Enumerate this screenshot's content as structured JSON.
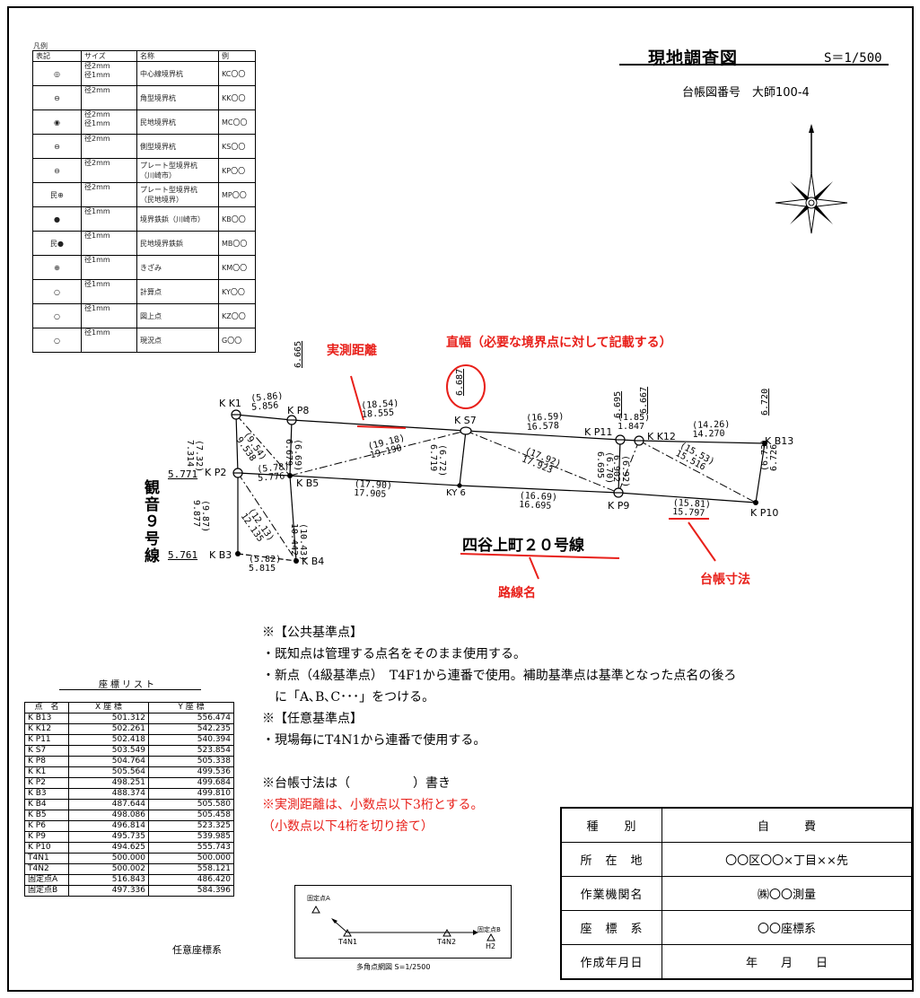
{
  "legend": {
    "caption": "凡例",
    "headers": [
      "表記",
      "サイズ",
      "名称",
      "例"
    ],
    "rows": [
      {
        "size": "径2mm\n径1mm",
        "name": "中心線境界杭",
        "example": "KC〇〇"
      },
      {
        "size": "径2mm",
        "name": "角型境界杭",
        "example": "KK〇〇"
      },
      {
        "size": "径2mm\n径1mm",
        "name": "民地境界杭",
        "example": "MC〇〇"
      },
      {
        "size": "径2mm",
        "name": "側型境界杭",
        "example": "KS〇〇"
      },
      {
        "size": "径2mm",
        "name": "プレート型境界杭\n（川崎市）",
        "example": "KP〇〇"
      },
      {
        "size": "径2mm",
        "name": "プレート型境界杭\n（民地境界）",
        "example": "MP〇〇"
      },
      {
        "size": "径1mm",
        "name": "境界鉄鋲（川崎市）",
        "example": "KB〇〇"
      },
      {
        "size": "径1mm",
        "name": "民地境界鉄鋲",
        "example": "MB〇〇"
      },
      {
        "size": "径1mm",
        "name": "きざみ",
        "example": "KM〇〇"
      },
      {
        "size": "径1mm",
        "name": "計算点",
        "example": "KY〇〇"
      },
      {
        "size": "径1mm",
        "name": "図上点",
        "example": "KZ〇〇"
      },
      {
        "size": "径1mm",
        "name": "現況点",
        "example": "G〇〇"
      }
    ]
  },
  "header": {
    "title": "現地調査図",
    "scale": "S＝1/500",
    "ledger_label": "台帳図番号　大師100-4"
  },
  "annotations": {
    "measured_distance": "実測距離",
    "right_width": "直幅（必要な境界点に対して記載する）",
    "ledger_dimension": "台帳寸法",
    "route_name_label": "路線名",
    "route_name": "四谷上町２０号線",
    "side_route": "観音９号線"
  },
  "survey": {
    "points": [
      "K K1",
      "K P8",
      "K S7",
      "K P11",
      "K K12",
      "K B13",
      "K P2",
      "K B5",
      "KY 6",
      "K P9",
      "K P10",
      "K B3",
      "K B4"
    ],
    "offsets": [
      "6.665",
      "6.687",
      "6.695",
      "6.667",
      "6.720",
      "5.771",
      "5.761"
    ],
    "distances": [
      {
        "ledger": "(5.86)",
        "measured": "5.856"
      },
      {
        "ledger": "(18.54)",
        "measured": "18.555"
      },
      {
        "ledger": "(16.59)",
        "measured": "16.578"
      },
      {
        "ledger": "(1.85)",
        "measured": "1.847"
      },
      {
        "ledger": "(14.26)",
        "measured": "14.270"
      },
      {
        "ledger": "(7.32)",
        "measured": "7.314"
      },
      {
        "ledger": "(9.54)",
        "measured": "9.538"
      },
      {
        "ledger": "(6.69)",
        "measured": "6.679"
      },
      {
        "ledger": "(19.18)",
        "measured": "19.190"
      },
      {
        "ledger": "(6.72)",
        "measured": "6.719"
      },
      {
        "ledger": "(17.92)",
        "measured": "17.923"
      },
      {
        "ledger": "(6.70)",
        "measured": "6.695"
      },
      {
        "ledger": "(6.92)",
        "measured": "6.902"
      },
      {
        "ledger": "(15.53)",
        "measured": "15.516"
      },
      {
        "ledger": "(6.73)",
        "measured": "6.726"
      },
      {
        "ledger": "(5.78)",
        "measured": "5.776"
      },
      {
        "ledger": "(17.90)",
        "measured": "17.905"
      },
      {
        "ledger": "(16.69)",
        "measured": "16.695"
      },
      {
        "ledger": "(15.81)",
        "measured": "15.797"
      },
      {
        "ledger": "(9.87)",
        "measured": "9.877"
      },
      {
        "ledger": "(12.13)",
        "measured": "12.135"
      },
      {
        "ledger": "(10.43)",
        "measured": "10.442"
      },
      {
        "ledger": "(5.82)",
        "measured": "5.815"
      }
    ]
  },
  "notes": {
    "public_header": "※【公共基準点】",
    "public_1": "・既知点は管理する点名をそのまま使用する。",
    "public_2": "・新点（4級基準点）　T4F1から連番で使用。補助基準点は基準となった点名の後ろ",
    "public_3": "　に「A､B､C･･･」をつける。",
    "arbitrary_header": "※【任意基準点】",
    "arbitrary_1": "・現場毎にT4N1から連番で使用する。",
    "ledger_note": "※台帳寸法は（　　　　　）書き",
    "red_1": "※実測距離は、小数点以下3桁とする。",
    "red_2": "（小数点以下4桁を切り捨て）"
  },
  "coord_list": {
    "title": "座標リスト",
    "headers": [
      "点　名",
      "X 座 標",
      "Y 座 標"
    ],
    "rows": [
      [
        "K B13",
        "501.312",
        "556.474"
      ],
      [
        "K K12",
        "502.261",
        "542.235"
      ],
      [
        "K P11",
        "502.418",
        "540.394"
      ],
      [
        "K S7",
        "503.549",
        "523.854"
      ],
      [
        "K P8",
        "504.764",
        "505.338"
      ],
      [
        "K K1",
        "505.564",
        "499.536"
      ],
      [
        "K P2",
        "498.251",
        "499.684"
      ],
      [
        "K B3",
        "488.374",
        "499.810"
      ],
      [
        "K B4",
        "487.644",
        "505.580"
      ],
      [
        "K B5",
        "498.086",
        "505.458"
      ],
      [
        "K P6",
        "496.814",
        "523.325"
      ],
      [
        "K P9",
        "495.735",
        "539.985"
      ],
      [
        "K P10",
        "494.625",
        "555.743"
      ],
      [
        "T4N1",
        "500.000",
        "500.000"
      ],
      [
        "T4N2",
        "500.002",
        "558.121"
      ],
      [
        "固定点A",
        "516.843",
        "486.420"
      ],
      [
        "固定点B",
        "497.336",
        "584.396"
      ]
    ],
    "system_label": "任意座標系"
  },
  "info": {
    "rows": [
      {
        "key": "種　　別",
        "value": "自　　　費"
      },
      {
        "key": "所　在　地",
        "value": "〇〇区〇〇×丁目××先"
      },
      {
        "key": "作業機関名",
        "value": "㈱〇〇測量"
      },
      {
        "key": "座　標　系",
        "value": "〇〇座標系"
      },
      {
        "key": "作成年月日",
        "value": "年　　月　　日"
      }
    ]
  },
  "mini_diagram": {
    "caption": "多角点網図 S=1/2500",
    "fixed_a": "固定点A",
    "fixed_b": "固定点B",
    "t4n1": "T4N1",
    "t4n2": "T4N2",
    "h2": "H2"
  },
  "colors": {
    "annotation_red": "#e8201a"
  }
}
